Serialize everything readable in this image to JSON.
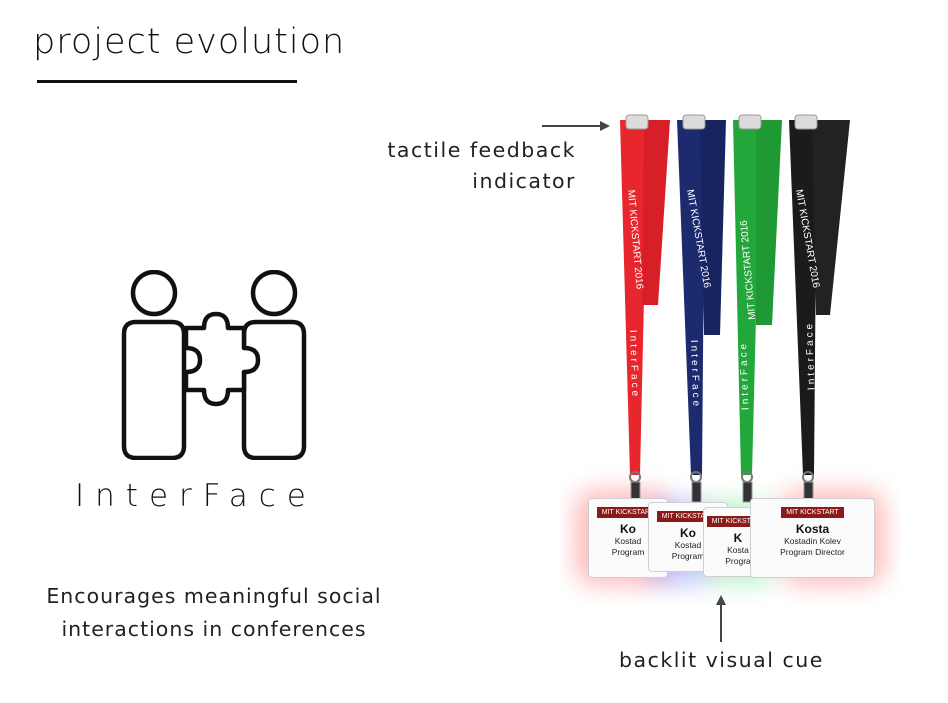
{
  "slide": {
    "title": "project evolution",
    "brand_name": "InterFace",
    "tagline_line1": "Encourages meaningful social",
    "tagline_line2": "interactions in conferences",
    "callout_top_line1": "tactile feedback",
    "callout_top_line2": "indicator",
    "callout_bottom": "backlit visual cue"
  },
  "lanyard_text": {
    "event": "MIT KICKSTART 2016",
    "brand": "InterFace"
  },
  "badges": [
    {
      "tag": "MIT KICKSTART",
      "name": "Ko",
      "full": "Kostad",
      "role": "Program"
    },
    {
      "tag": "MIT KICKSTART",
      "name": "Ko",
      "full": "Kostad",
      "role": "Program"
    },
    {
      "tag": "MIT KICKSTART",
      "name": "K",
      "full": "Kosta",
      "role": "Progra"
    },
    {
      "tag": "MIT KICKSTART",
      "name": "Kosta",
      "full": "Kostadin Kolev",
      "role": "Program Director"
    }
  ],
  "colors": {
    "red": "#e8262d",
    "navy": "#1c2a6e",
    "green": "#22a83a",
    "black": "#1b1b1b",
    "badge_tag": "#8b1a1a"
  }
}
